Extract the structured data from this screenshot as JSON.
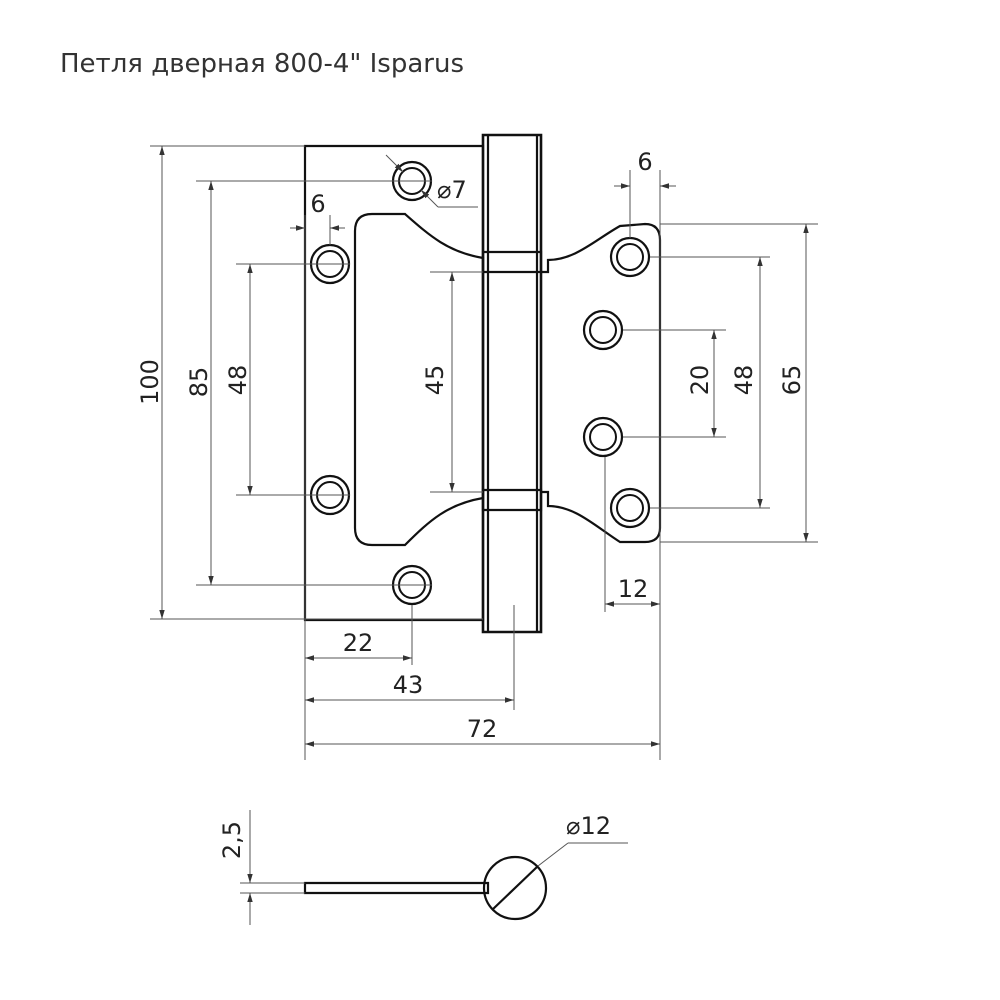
{
  "title": "Петля  дверная 800-4\" Isparus",
  "front_view": {
    "dimensions": {
      "total_height": "100",
      "outer_hole_spacing": "85",
      "left_hole_spacing": "48",
      "knuckle_length": "45",
      "right_inner_spacing": "20",
      "right_outer_spacing": "48",
      "right_leaf_height": "65",
      "hole_diameter": "⌀7",
      "left_edge_offset": "6",
      "right_top_offset": "6",
      "right_bottom_offset": "12",
      "hole_from_edge": "22",
      "axis_from_edge": "43",
      "total_width": "72"
    }
  },
  "side_view": {
    "dimensions": {
      "thickness": "2,5",
      "knuckle_diameter": "⌀12"
    }
  }
}
